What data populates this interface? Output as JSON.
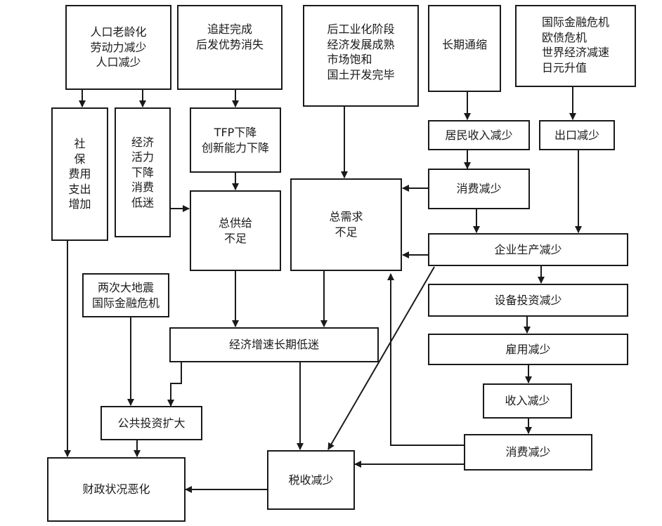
{
  "boxes": {
    "aging": "人口老龄化\n劳动力减少\n人口减少",
    "catchup": "追赶完成\n后发优势消失",
    "postindustrial": "后工业化阶段\n经济发展成熟\n市场饱和\n国土开发完毕",
    "deflation": "长期通缩",
    "intlcrisis": "国际金融危机\n欧债危机\n世界经济减速\n日元升值",
    "social": "社\n保\n费用\n支出\n增加",
    "vitality": "经济\n活力\n下降\n消费\n低迷",
    "tfp": "TFP下降\n创新能力下降",
    "household": "居民收入减少",
    "exports": "出口减少",
    "consumption1": "消费减少",
    "supply": "总供给\n不足",
    "demand": "总需求\n不足",
    "production": "企业生产减少",
    "disaster": "两次大地震\n国际金融危机",
    "equipment": "设备投资减少",
    "growth": "经济增速长期低迷",
    "employment": "雇用减少",
    "income": "收入减少",
    "publicinv": "公共投资扩大",
    "consumption2": "消费减少",
    "tax": "税收减少",
    "fiscal": "财政状况恶化"
  }
}
